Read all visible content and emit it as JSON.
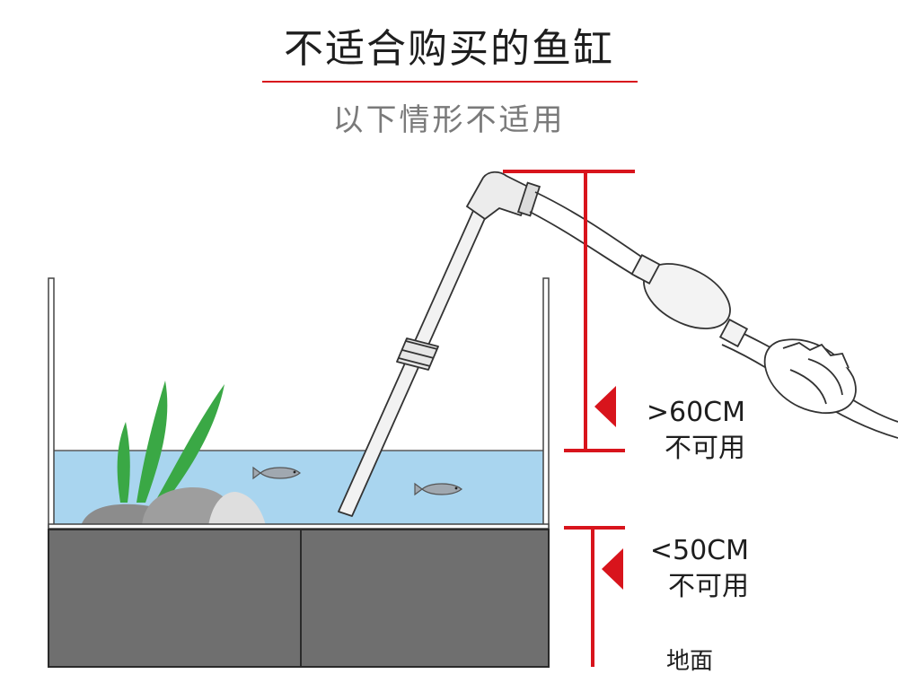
{
  "title": "不适合购买的鱼缸",
  "subtitle": "以下情形不适用",
  "upper_limit": {
    "value": ">60CM",
    "note": "不可用"
  },
  "lower_limit": {
    "value": "<50CM",
    "note": "不可用"
  },
  "ground_label": "地面",
  "colors": {
    "accent": "#d8141c",
    "water": "#a9d5ef",
    "cabinet": "#6f6f6f",
    "plant": "#3aa845"
  }
}
